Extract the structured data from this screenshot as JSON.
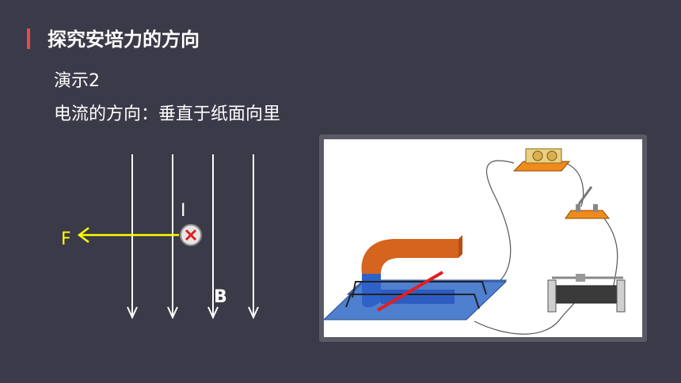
{
  "title": "探究安培力的方向",
  "subtitle_demo": "演示2",
  "current_direction_text": "电流的方向：垂直于纸面向里",
  "diagram": {
    "force_label": "F",
    "current_label": "I",
    "field_label": "B",
    "line_color": "#ffffff",
    "force_color": "#ffff00",
    "current_symbol_color": "#e02020"
  },
  "colors": {
    "background": "#3b3a48",
    "accent": "#e64b4b"
  }
}
